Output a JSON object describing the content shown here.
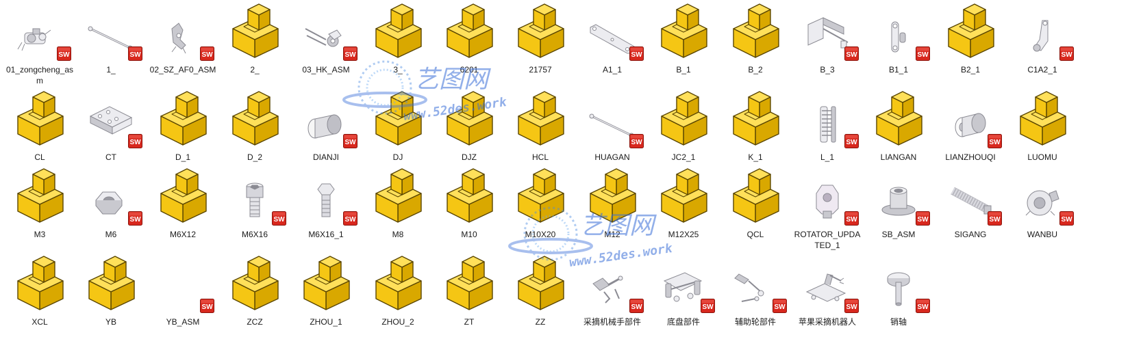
{
  "window": {
    "title": ""
  },
  "files": [
    {
      "name": "01_zongcheng_asm",
      "icon": "assembly-gripper",
      "badge": true
    },
    {
      "name": "1_",
      "icon": "rod",
      "badge": true
    },
    {
      "name": "02_SZ_AF0_ASM",
      "icon": "assembly-clamp",
      "badge": true
    },
    {
      "name": "2_",
      "icon": "generic-part",
      "badge": false
    },
    {
      "name": "03_HK_ASM",
      "icon": "assembly-slider",
      "badge": true
    },
    {
      "name": "3_",
      "icon": "generic-part",
      "badge": false
    },
    {
      "name": "6201",
      "icon": "generic-part",
      "badge": false
    },
    {
      "name": "21757",
      "icon": "generic-part",
      "badge": false
    },
    {
      "name": "A1_1",
      "icon": "bracket-long",
      "badge": true
    },
    {
      "name": "B_1",
      "icon": "generic-part",
      "badge": false
    },
    {
      "name": "B_2",
      "icon": "generic-part",
      "badge": false
    },
    {
      "name": "B_3",
      "icon": "frame",
      "badge": true
    },
    {
      "name": "B1_1",
      "icon": "link-bar",
      "badge": true
    },
    {
      "name": "B2_1",
      "icon": "generic-part",
      "badge": false
    },
    {
      "name": "C1A2_1",
      "icon": "crank",
      "badge": true
    },
    {
      "name": "CL",
      "icon": "generic-part",
      "badge": false
    },
    {
      "name": "CT",
      "icon": "plate-holes",
      "badge": true
    },
    {
      "name": "D_1",
      "icon": "generic-part",
      "badge": false
    },
    {
      "name": "D_2",
      "icon": "generic-part",
      "badge": false
    },
    {
      "name": "DIANJI",
      "icon": "motor-cylinder",
      "badge": true
    },
    {
      "name": "DJ",
      "icon": "generic-part",
      "badge": false
    },
    {
      "name": "DJZ",
      "icon": "generic-part",
      "badge": false
    },
    {
      "name": "HCL",
      "icon": "generic-part",
      "badge": false
    },
    {
      "name": "HUAGAN",
      "icon": "rod",
      "badge": true
    },
    {
      "name": "JC2_1",
      "icon": "generic-part",
      "badge": false
    },
    {
      "name": "K_1",
      "icon": "generic-part",
      "badge": false
    },
    {
      "name": "L_1",
      "icon": "spring-plate",
      "badge": true
    },
    {
      "name": "LIANGAN",
      "icon": "generic-part",
      "badge": false
    },
    {
      "name": "LIANZHOUQI",
      "icon": "coupling",
      "badge": true
    },
    {
      "name": "LUOMU",
      "icon": "generic-part",
      "badge": false
    },
    {
      "name": "M3",
      "icon": "generic-part",
      "badge": false
    },
    {
      "name": "M6",
      "icon": "nut",
      "badge": true
    },
    {
      "name": "M6X12",
      "icon": "generic-part",
      "badge": false
    },
    {
      "name": "M6X16",
      "icon": "socket-screw",
      "badge": true
    },
    {
      "name": "M6X16_1",
      "icon": "hex-bolt",
      "badge": true
    },
    {
      "name": "M8",
      "icon": "generic-part",
      "badge": false
    },
    {
      "name": "M10",
      "icon": "generic-part",
      "badge": false
    },
    {
      "name": "M10X20",
      "icon": "generic-part",
      "badge": false
    },
    {
      "name": "M12",
      "icon": "generic-part",
      "badge": false
    },
    {
      "name": "M12X25",
      "icon": "generic-part",
      "badge": false
    },
    {
      "name": "QCL",
      "icon": "generic-part",
      "badge": false
    },
    {
      "name": "ROTATOR_UPDATED_1",
      "icon": "clevis",
      "badge": true
    },
    {
      "name": "SB_ASM",
      "icon": "bearing-housing",
      "badge": true
    },
    {
      "name": "SIGANG",
      "icon": "lead-screw",
      "badge": true
    },
    {
      "name": "WANBU",
      "icon": "wrist-joint",
      "badge": true
    },
    {
      "name": "XCL",
      "icon": "generic-part",
      "badge": false
    },
    {
      "name": "YB",
      "icon": "generic-part",
      "badge": false
    },
    {
      "name": "YB_ASM",
      "icon": "blank",
      "badge": true
    },
    {
      "name": "ZCZ",
      "icon": "generic-part",
      "badge": false
    },
    {
      "name": "ZHOU_1",
      "icon": "generic-part",
      "badge": false
    },
    {
      "name": "ZHOU_2",
      "icon": "generic-part",
      "badge": false
    },
    {
      "name": "ZT",
      "icon": "generic-part",
      "badge": false
    },
    {
      "name": "ZZ",
      "icon": "generic-part",
      "badge": false
    },
    {
      "name": "采摘机械手部件",
      "icon": "assembly-arm",
      "badge": true
    },
    {
      "name": "底盘部件",
      "icon": "chassis",
      "badge": true
    },
    {
      "name": "辅助轮部件",
      "icon": "caster-parts",
      "badge": true
    },
    {
      "name": "苹果采摘机器人",
      "icon": "robot-assembly",
      "badge": true
    },
    {
      "name": "销轴",
      "icon": "pin",
      "badge": true
    }
  ],
  "watermark": {
    "cn": "艺图网",
    "url": "www.52des.work"
  },
  "colors": {
    "part_yellow": "#f5c614",
    "part_yellow_dark": "#d9a800",
    "sw_red": "#d8281e",
    "watermark_blue": "#3a6fd8"
  }
}
